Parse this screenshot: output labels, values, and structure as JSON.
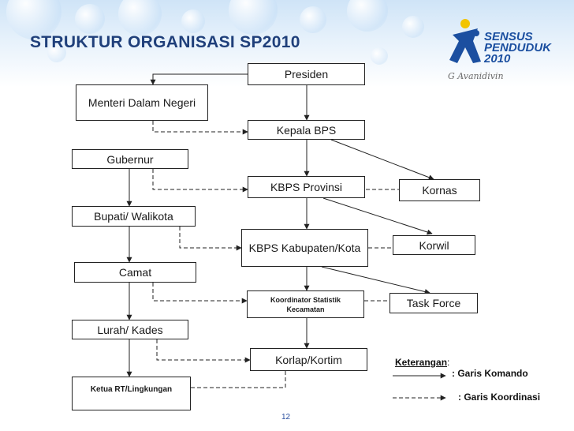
{
  "slide": {
    "title": "STRUKTUR ORGANISASI SP2010",
    "page_number": "12",
    "colors": {
      "title": "#1f3f7a",
      "logo": "#1b4fa0"
    }
  },
  "logo": {
    "lines": [
      "SENSUS",
      "PENDUDUK",
      "2010"
    ],
    "signature": "G Avanidivin"
  },
  "boxes": {
    "presiden": "Presiden",
    "menteri": "Menteri Dalam Negeri",
    "kepala_bps": "Kepala BPS",
    "gubernur": "Gubernur",
    "kbps_provinsi": "KBPS Provinsi",
    "kornas": "Kornas",
    "bupati": "Bupati/ Walikota",
    "kbps_kab": "KBPS Kabupaten/Kota",
    "korwil": "Korwil",
    "camat": "Camat",
    "koordinator": "Koordinator Statistik Kecamatan",
    "task_force": "Task Force",
    "lurah": "Lurah/ Kades",
    "korlap": "Korlap/Kortim",
    "ketua_rt": "Ketua RT/Lingkungan"
  },
  "legend": {
    "heading": "Keterangan",
    "heading_suffix": ":",
    "komando": ": Garis Komando",
    "koordinasi": ": Garis Koordinasi"
  }
}
